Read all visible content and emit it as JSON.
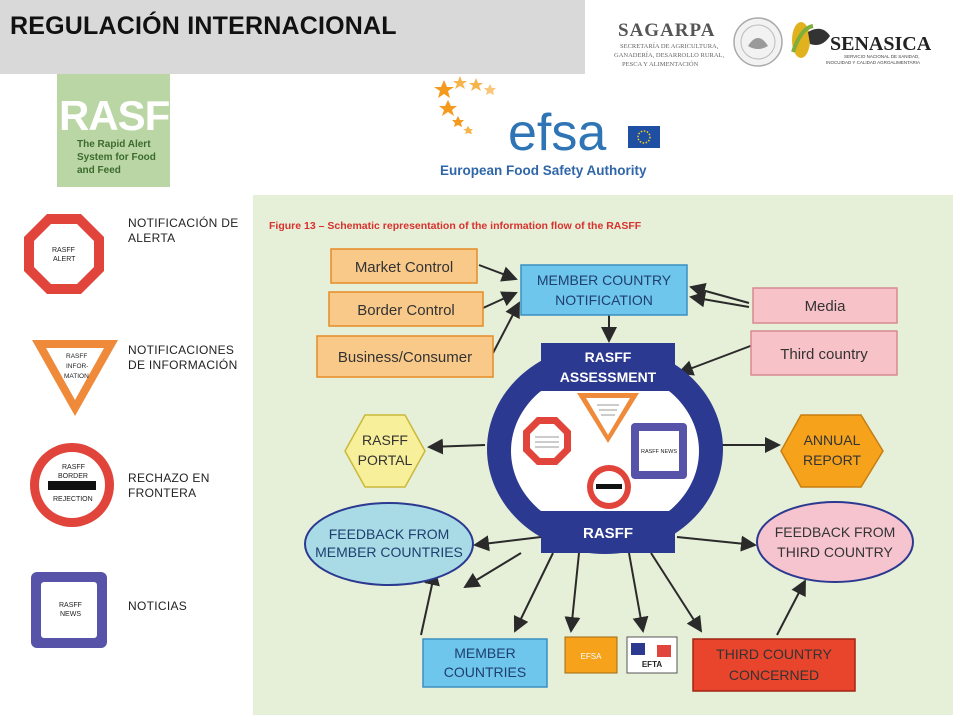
{
  "header": {
    "title": "REGULACIÓN INTERNACIONAL"
  },
  "logos": {
    "sagarpa_name": "SAGARPA",
    "sagarpa_sub": [
      "SECRETARÍA DE AGRICULTURA,",
      "GANADERÍA, DESARROLLO RURAL,",
      "PESCA Y ALIMENTACIÓN"
    ],
    "senasica_name": "SENASICA",
    "senasica_sub": [
      "SERVICIO NACIONAL DE SANIDAD,",
      "INOCUIDAD Y CALIDAD AGROALIMENTARIA"
    ],
    "rasff_name": "RASFF",
    "rasff_sub": "The Rapid Alert System for Food and Feed",
    "efsa_name": "efsa",
    "efsa_sub": "European Food Safety Authority"
  },
  "legend": [
    {
      "icon_text": [
        "RASFF",
        "ALERT"
      ],
      "label": "NOTIFICACIÓN DE ALERTA"
    },
    {
      "icon_text": [
        "RASFF",
        "INFOR-",
        "MATION"
      ],
      "label": "NOTIFICACIONES DE INFORMACIÓN"
    },
    {
      "icon_text": [
        "RASFF",
        "BORDER",
        "REJECTION"
      ],
      "label": "RECHAZO EN FRONTERA"
    },
    {
      "icon_text": [
        "RASFF",
        "NEWS"
      ],
      "label": "NOTICIAS"
    }
  ],
  "diagram": {
    "figure_title": "Figure 13 – Schematic representation of the information flow of the RASFF",
    "inputs": [
      "Market Control",
      "Border Control",
      "Business/Consumer"
    ],
    "notification": [
      "MEMBER COUNTRY",
      "NOTIFICATION"
    ],
    "sources": [
      "Media",
      "Third country"
    ],
    "assessment": [
      "RASFF",
      "ASSESSMENT"
    ],
    "portal": [
      "RASFF",
      "PORTAL"
    ],
    "annual_report": [
      "ANNUAL",
      "REPORT"
    ],
    "hub": "RASFF",
    "feedback_members": [
      "FEEDBACK FROM",
      "MEMBER COUNTRIES"
    ],
    "feedback_third": [
      "FEEDBACK FROM",
      "THIRD COUNTRY"
    ],
    "member_countries": [
      "MEMBER",
      "COUNTRIES"
    ],
    "efsa_badge": "EFSA",
    "efta_badge": "EFTA",
    "third_country_concerned": [
      "THIRD COUNTRY",
      "CONCERNED"
    ],
    "mini_news": "RASFF NEWS",
    "colors": {
      "orange_box": "#f9c98a",
      "blue_box": "#6ec6ec",
      "pink_box": "#f7c2c8",
      "navy": "#2b3990",
      "yellow_hex": "#f8ef9a",
      "orange_hex": "#f6a31b",
      "light_blue_ellipse": "#a9dbe6",
      "pink_ellipse": "#f6c4cf",
      "red_box": "#e8452c",
      "background": "#e6efd8"
    }
  }
}
